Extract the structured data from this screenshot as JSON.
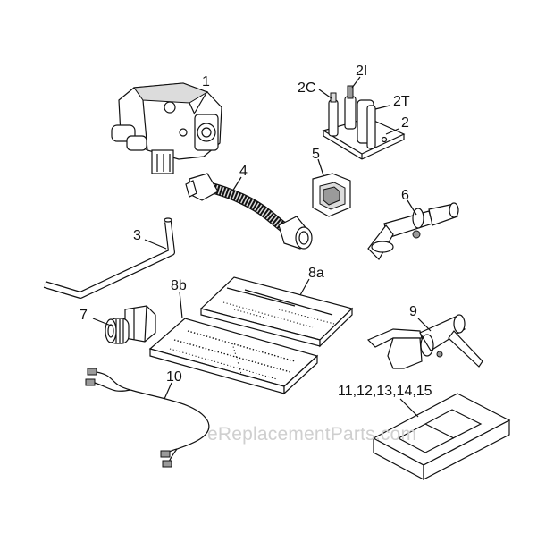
{
  "diagram": {
    "labels": {
      "p1": "1",
      "p2": "2",
      "p2c": "2C",
      "p2i": "2I",
      "p2t": "2T",
      "p3": "3",
      "p4": "4",
      "p5": "5",
      "p6": "6",
      "p7": "7",
      "p8a": "8a",
      "p8b": "8b",
      "p9": "9",
      "p10": "10",
      "p11_15": "11,12,13,14,15"
    },
    "watermark": "eReplacementParts.com"
  }
}
